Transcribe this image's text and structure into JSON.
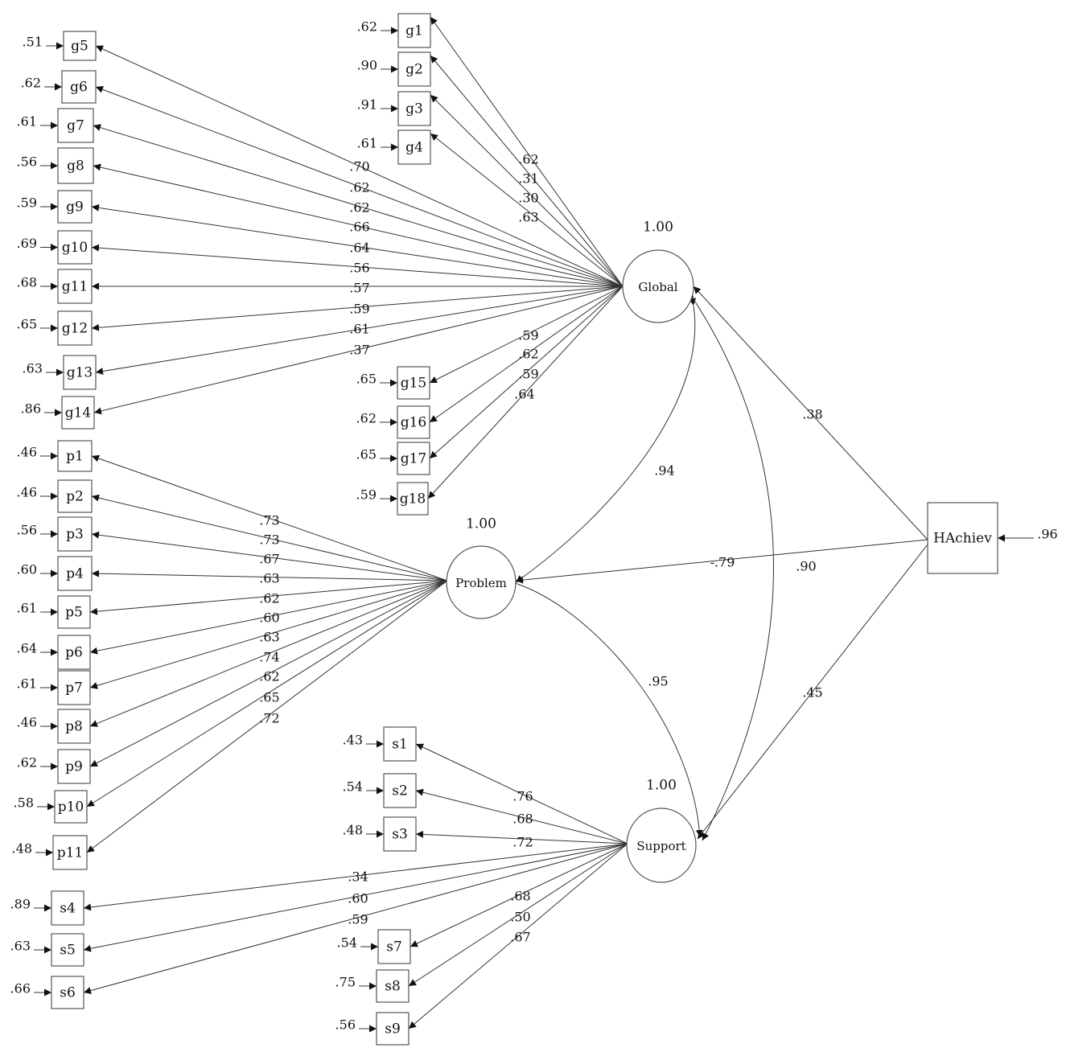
{
  "latents": [
    {
      "id": "global",
      "label": "Global",
      "variance": "1.00"
    },
    {
      "id": "problem",
      "label": "Problem",
      "variance": "1.00"
    },
    {
      "id": "support",
      "label": "Support",
      "variance": "1.00"
    }
  ],
  "outcome": {
    "id": "hachiev",
    "label": "HAchiev",
    "error": ".96"
  },
  "indicators": [
    {
      "id": "g1",
      "label": "g1",
      "error": ".62",
      "latent": "global",
      "loading": ".62"
    },
    {
      "id": "g2",
      "label": "g2",
      "error": ".90",
      "latent": "global",
      "loading": ".31"
    },
    {
      "id": "g3",
      "label": "g3",
      "error": ".91",
      "latent": "global",
      "loading": ".30"
    },
    {
      "id": "g4",
      "label": "g4",
      "error": ".61",
      "latent": "global",
      "loading": ".63"
    },
    {
      "id": "g5",
      "label": "g5",
      "error": ".51",
      "latent": "global",
      "loading": ".70"
    },
    {
      "id": "g6",
      "label": "g6",
      "error": ".62",
      "latent": "global",
      "loading": ".62"
    },
    {
      "id": "g7",
      "label": "g7",
      "error": ".61",
      "latent": "global",
      "loading": ".62"
    },
    {
      "id": "g8",
      "label": "g8",
      "error": ".56",
      "latent": "global",
      "loading": ".66"
    },
    {
      "id": "g9",
      "label": "g9",
      "error": ".59",
      "latent": "global",
      "loading": ".64"
    },
    {
      "id": "g10",
      "label": "g10",
      "error": ".69",
      "latent": "global",
      "loading": ".56"
    },
    {
      "id": "g11",
      "label": "g11",
      "error": ".68",
      "latent": "global",
      "loading": ".57"
    },
    {
      "id": "g12",
      "label": "g12",
      "error": ".65",
      "latent": "global",
      "loading": ".59"
    },
    {
      "id": "g13",
      "label": "g13",
      "error": ".63",
      "latent": "global",
      "loading": ".61"
    },
    {
      "id": "g14",
      "label": "g14",
      "error": ".86",
      "latent": "global",
      "loading": ".37"
    },
    {
      "id": "g15",
      "label": "g15",
      "error": ".65",
      "latent": "global",
      "loading": ".59"
    },
    {
      "id": "g16",
      "label": "g16",
      "error": ".62",
      "latent": "global",
      "loading": ".62"
    },
    {
      "id": "g17",
      "label": "g17",
      "error": ".65",
      "latent": "global",
      "loading": ".59"
    },
    {
      "id": "g18",
      "label": "g18",
      "error": ".59",
      "latent": "global",
      "loading": ".64"
    },
    {
      "id": "p1",
      "label": "p1",
      "error": ".46",
      "latent": "problem",
      "loading": ".73"
    },
    {
      "id": "p2",
      "label": "p2",
      "error": ".46",
      "latent": "problem",
      "loading": ".73"
    },
    {
      "id": "p3",
      "label": "p3",
      "error": ".56",
      "latent": "problem",
      "loading": ".67"
    },
    {
      "id": "p4",
      "label": "p4",
      "error": ".60",
      "latent": "problem",
      "loading": ".63"
    },
    {
      "id": "p5",
      "label": "p5",
      "error": ".61",
      "latent": "problem",
      "loading": ".62"
    },
    {
      "id": "p6",
      "label": "p6",
      "error": ".64",
      "latent": "problem",
      "loading": ".60"
    },
    {
      "id": "p7",
      "label": "p7",
      "error": ".61",
      "latent": "problem",
      "loading": ".63"
    },
    {
      "id": "p8",
      "label": "p8",
      "error": ".46",
      "latent": "problem",
      "loading": ".74"
    },
    {
      "id": "p9",
      "label": "p9",
      "error": ".62",
      "latent": "problem",
      "loading": ".62"
    },
    {
      "id": "p10",
      "label": "p10",
      "error": ".58",
      "latent": "problem",
      "loading": ".65"
    },
    {
      "id": "p11",
      "label": "p11",
      "error": ".48",
      "latent": "problem",
      "loading": ".72"
    },
    {
      "id": "s1",
      "label": "s1",
      "error": ".43",
      "latent": "support",
      "loading": ".76"
    },
    {
      "id": "s2",
      "label": "s2",
      "error": ".54",
      "latent": "support",
      "loading": ".68"
    },
    {
      "id": "s3",
      "label": "s3",
      "error": ".48",
      "latent": "support",
      "loading": ".72"
    },
    {
      "id": "s4",
      "label": "s4",
      "error": ".89",
      "latent": "support",
      "loading": ".34"
    },
    {
      "id": "s5",
      "label": "s5",
      "error": ".63",
      "latent": "support",
      "loading": ".60"
    },
    {
      "id": "s6",
      "label": "s6",
      "error": ".66",
      "latent": "support",
      "loading": ".59"
    },
    {
      "id": "s7",
      "label": "s7",
      "error": ".54",
      "latent": "support",
      "loading": ".68"
    },
    {
      "id": "s8",
      "label": "s8",
      "error": ".75",
      "latent": "support",
      "loading": ".50"
    },
    {
      "id": "s9",
      "label": "s9",
      "error": ".56",
      "latent": "support",
      "loading": ".67"
    }
  ],
  "correlations": [
    {
      "from": "global",
      "to": "problem",
      "value": ".94"
    },
    {
      "from": "problem",
      "to": "support",
      "value": ".95"
    },
    {
      "from": "global",
      "to": "support",
      "value": ".90"
    }
  ],
  "structural": [
    {
      "from": "hachiev",
      "to": "global",
      "value": ".38"
    },
    {
      "from": "hachiev",
      "to": "problem",
      "value": "-.79"
    },
    {
      "from": "hachiev",
      "to": "support",
      "value": ".45"
    }
  ]
}
